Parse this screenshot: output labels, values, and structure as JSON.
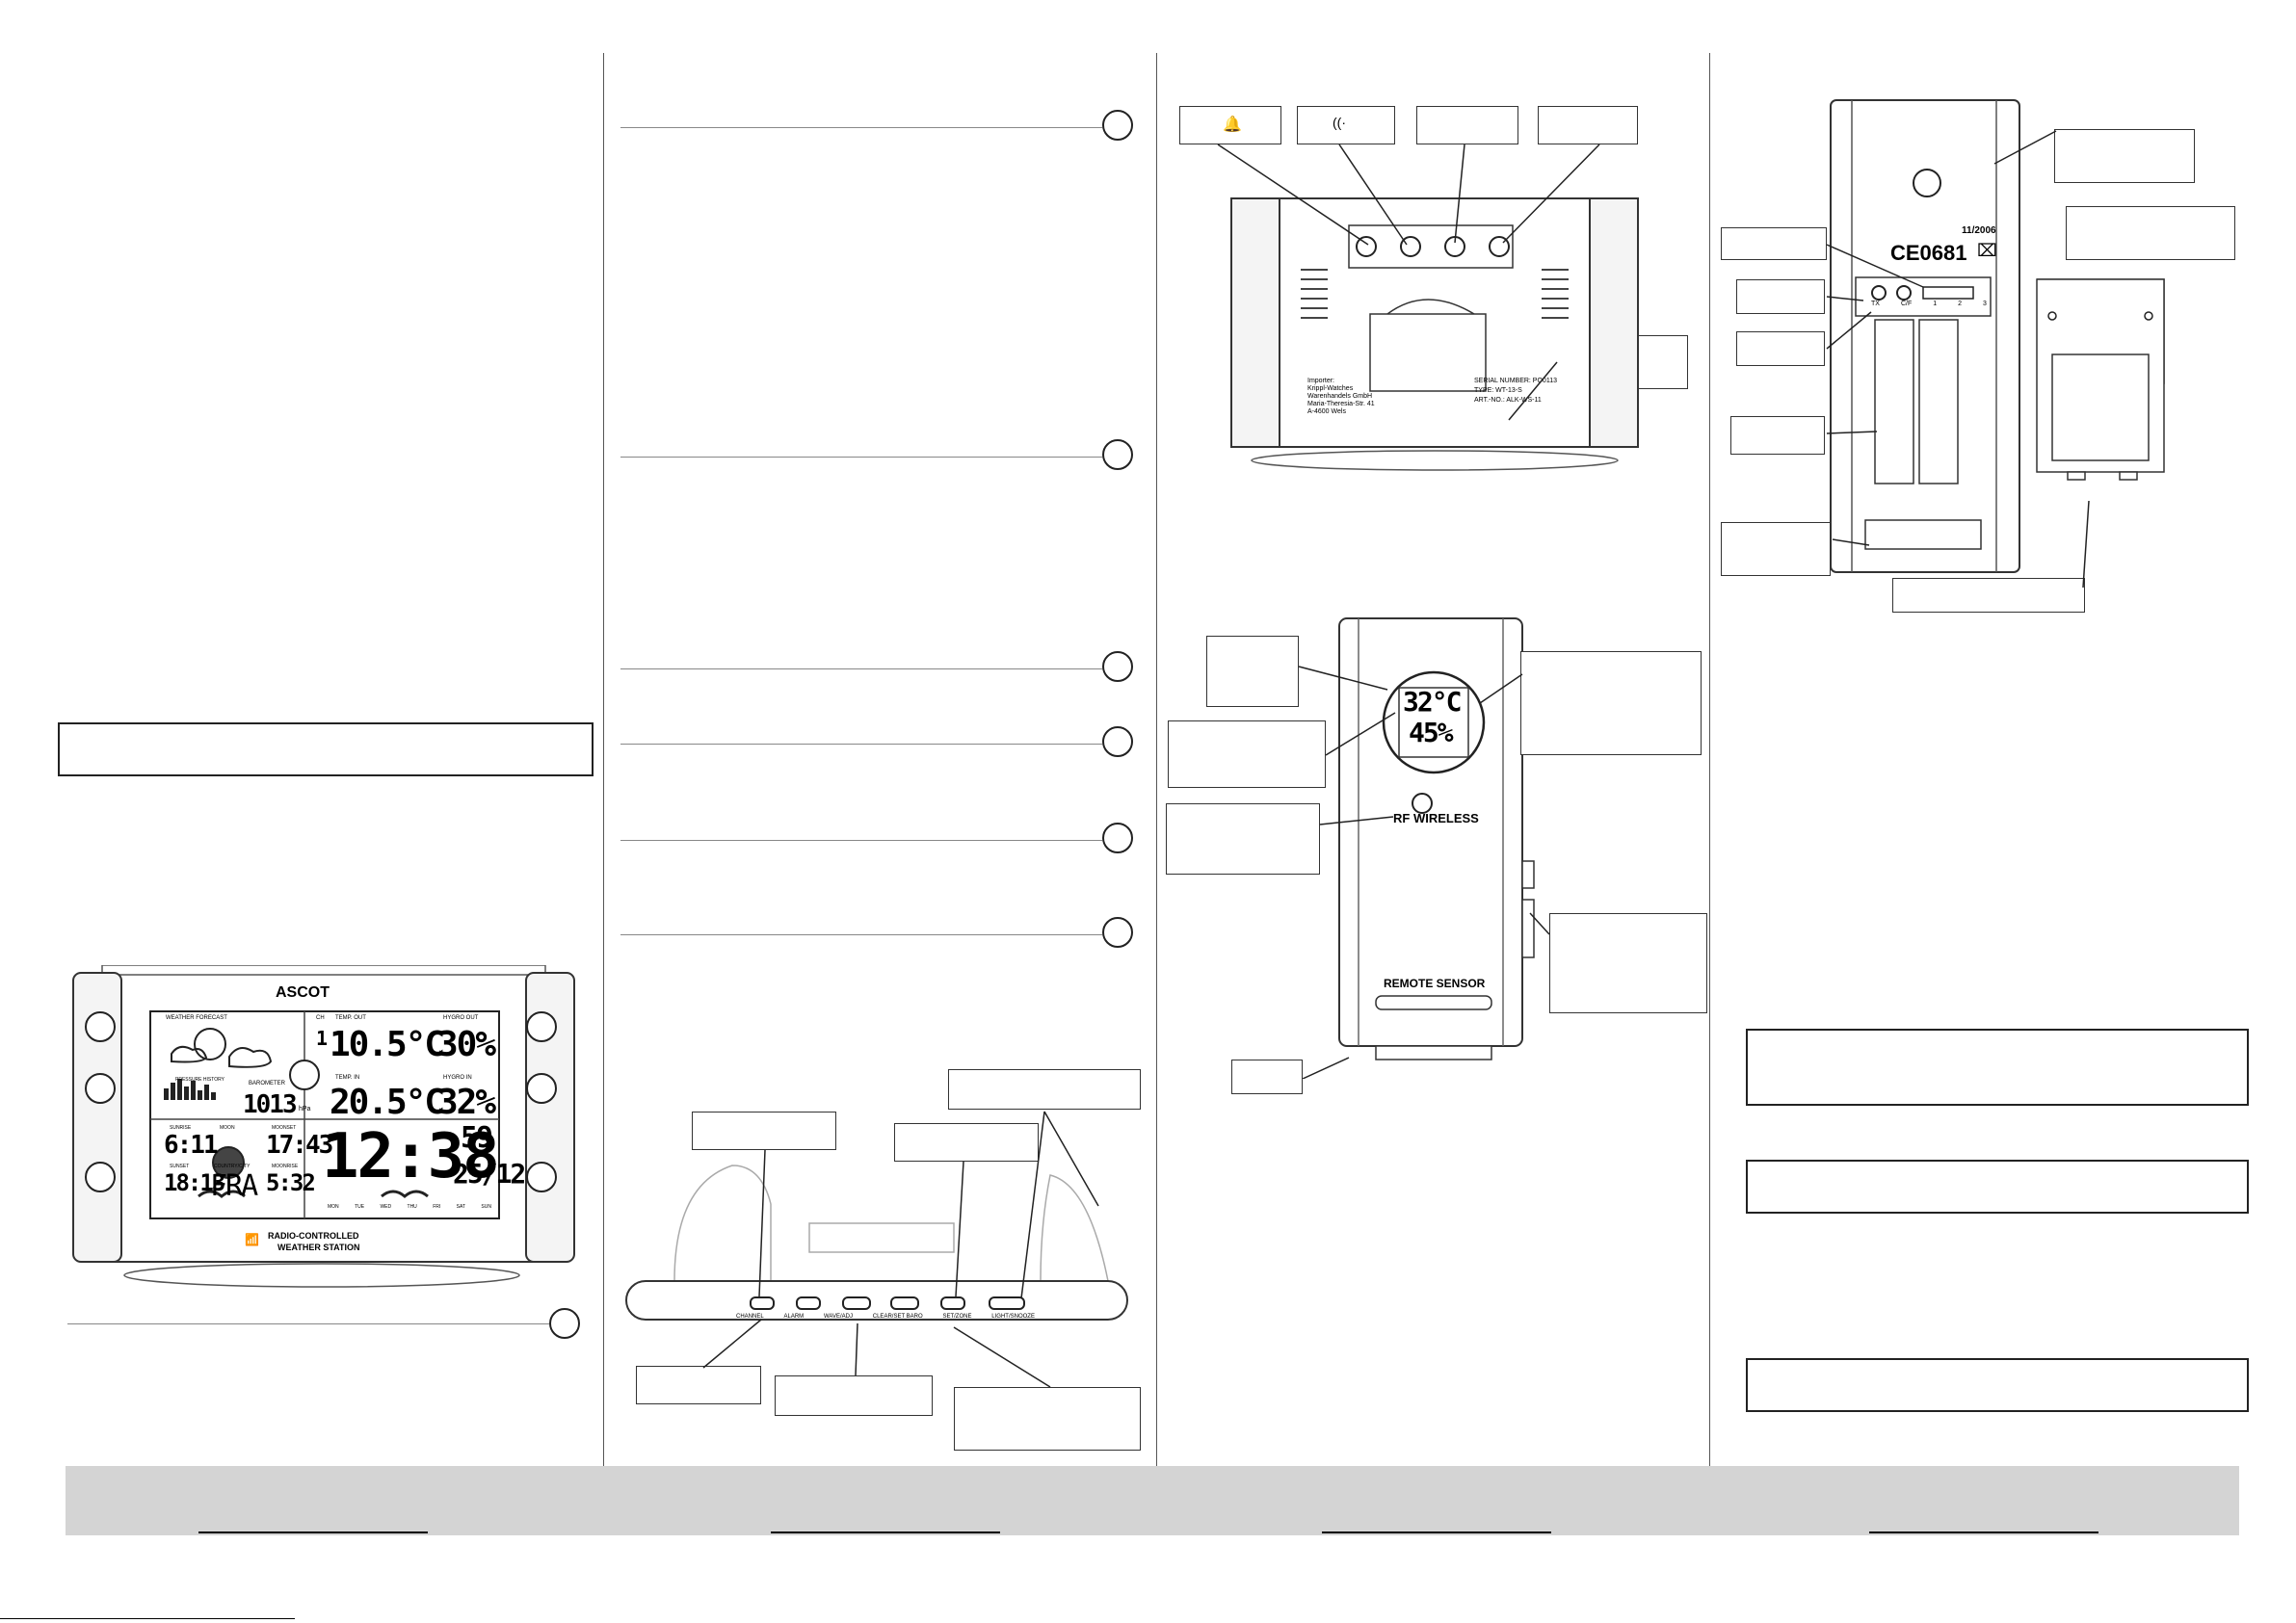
{
  "col1": {
    "device_brand": "ASCOT",
    "device_caption_line1": "RADIO-CONTROLLED",
    "device_caption_line2": "WEATHER STATION",
    "lcd": {
      "weather_forecast": "WEATHER FORECAST",
      "channel": "CH",
      "channel_value": "1",
      "temp_out": "TEMP. OUT",
      "temp_out_value": "10.5°C",
      "hygro_out": "HYGRO OUT",
      "hygro_out_value": "30%",
      "pressure_history": "PRESSURE HISTORY",
      "barometer": "BAROMETER",
      "barometer_value": "1013",
      "barometer_unit": "hPa",
      "temp_in": "TEMP. IN",
      "temp_in_value": "20.5°C",
      "hygro_in": "HYGRO IN",
      "hygro_in_value": "32%",
      "sunrise": "SUNRISE",
      "sunrise_value": "6:11",
      "moon": "MOON",
      "moonset": "MOONSET",
      "moonset_value": "17:43",
      "sunset": "SUNSET",
      "sunset_value": "18:13",
      "country_city": "COUNTRY/CITY",
      "country_city_value": "FRA",
      "moonrise": "MOONRISE",
      "moonrise_value": "5:32",
      "time_value": "12:38",
      "seconds_value": "59",
      "date_value": "25/12",
      "weekdays": [
        "MON",
        "TUE",
        "WED",
        "THU",
        "FRI",
        "SAT",
        "SUN"
      ]
    }
  },
  "col2": {
    "buttons": [
      "CHANNEL",
      "ALARM",
      "WAVE/ADJ",
      "CLEAR/SET BARO",
      "SET/ZONE",
      "LIGHT/SNOOZE"
    ]
  },
  "col3": {
    "back_label_1": "Importer:",
    "back_label_2": "Krippl-Watches",
    "back_label_3": "Warenhandels GmbH",
    "back_label_4": "Maria-Theresia-Str. 41",
    "back_label_5": "A-4600 Wels",
    "serial_label": "SERIAL NUMBER: PO0113",
    "type_label": "TYPE: WT-13-S",
    "art_label": "ART.-NO.: ALK-WS-11",
    "sensor_temp": "32°C",
    "sensor_hum": "45%",
    "sensor_brand": "RF WIRELESS",
    "sensor_title": "REMOTE SENSOR"
  },
  "col4": {
    "ce_mark": "CE0681",
    "sensor_code": "11/2006",
    "switch_labels": [
      "TX",
      "C/F",
      "1",
      "2",
      "3"
    ]
  }
}
